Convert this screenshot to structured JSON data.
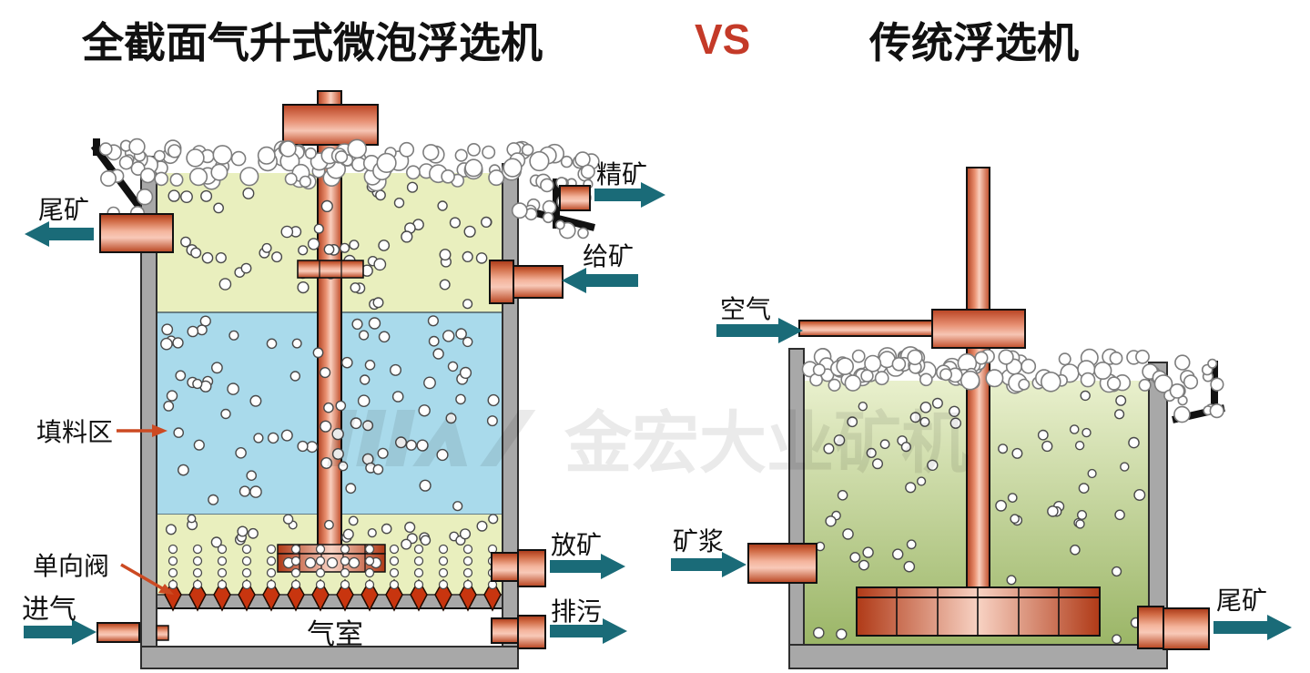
{
  "titles": {
    "left": "全截面气升式微泡浮选机",
    "vs": "VS",
    "right": "传统浮选机"
  },
  "left_machine": {
    "name": "全截面气升式微泡浮选机",
    "tailings_label": "尾矿",
    "concentrate_label": "精矿",
    "feed_label": "给矿",
    "packing_zone_label": "填料区",
    "check_valve_label": "单向阀",
    "air_inlet_label": "进气",
    "air_chamber_label": "气室",
    "ore_discharge_label": "放矿",
    "drain_label": "排污"
  },
  "right_machine": {
    "name": "传统浮选机",
    "air_label": "空气",
    "slurry_label": "矿浆",
    "tailings_label": "尾矿"
  },
  "watermark": "金宏大业矿机",
  "icons": {
    "teal_arrows": "flow-direction-arrow",
    "orange_arrows": "annotation-pointer-arrow"
  },
  "colors": {
    "arrow_teal": "#1a6b78",
    "vs_red": "#c43a28",
    "annotation_orange": "#cc4a22",
    "pipe_salmon": "#ef9b7e",
    "wall_gray": "#a8a8a8",
    "zone_yellow_green": "#e9efbe",
    "zone_blue": "#a9daeb",
    "right_fluid_green": "#9ab566",
    "valve_red": "#c8350f",
    "froth_white": "#ffffff"
  }
}
